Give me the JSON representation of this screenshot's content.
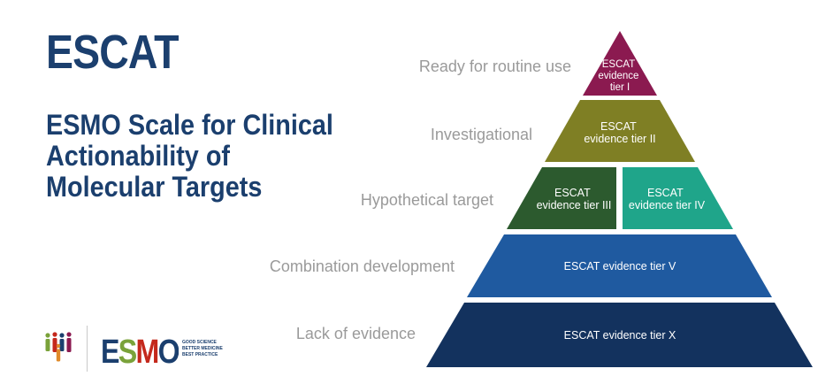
{
  "title": "ESCAT",
  "subtitle_lines": [
    "ESMO Scale for Clinical",
    "Actionability of",
    "Molecular Targets"
  ],
  "levels": [
    {
      "label": "Ready for routine use",
      "tiers": [
        {
          "lines": [
            "ESCAT",
            "evidence",
            "tier I"
          ],
          "color": "#8b1a50"
        }
      ]
    },
    {
      "label": "Investigational",
      "tiers": [
        {
          "lines": [
            "ESCAT",
            "evidence tier II"
          ],
          "color": "#7f7f24"
        }
      ]
    },
    {
      "label": "Hypothetical target",
      "tiers": [
        {
          "lines": [
            "ESCAT",
            "evidence tier III"
          ],
          "color": "#2c5a2e"
        },
        {
          "lines": [
            "ESCAT",
            "evidence tier IV"
          ],
          "color": "#1fa58a"
        }
      ]
    },
    {
      "label": "Combination development",
      "tiers": [
        {
          "lines": [
            "ESCAT evidence tier V"
          ],
          "color": "#1f5aa0"
        }
      ]
    },
    {
      "label": "Lack of evidence",
      "tiers": [
        {
          "lines": [
            "ESCAT evidence tier X"
          ],
          "color": "#13325e"
        }
      ]
    }
  ],
  "logo": {
    "text": "ESMO",
    "tagline": [
      "GOOD SCIENCE",
      "BETTER MEDICINE",
      "BEST PRACTICE"
    ],
    "colors": {
      "navy": "#1b3f6e",
      "green": "#7aa23a",
      "red": "#c4281c",
      "purple": "#8b1a50"
    }
  }
}
